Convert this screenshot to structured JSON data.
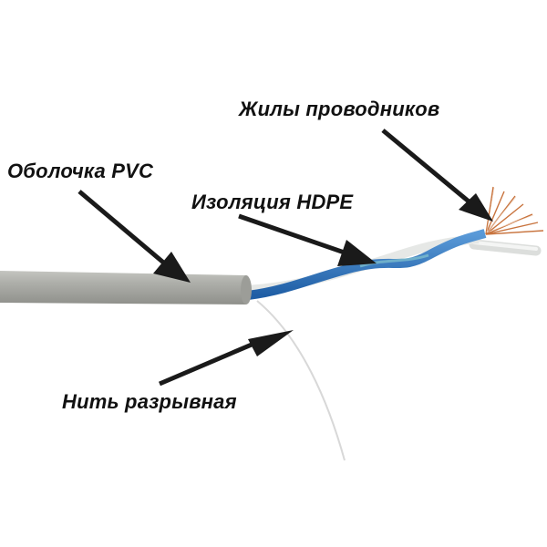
{
  "diagram": {
    "subject": "twisted pair cable cross-section diagram",
    "labels": {
      "conductors": "Жилы проводников",
      "jacket": "Оболочка PVC",
      "insulation": "Изоляция HDPE",
      "ripcord": "Нить разрывная"
    },
    "colors": {
      "jacket": "#a9aaa5",
      "blue_wire": "#2a6fb8",
      "white_wire": "#e6e8e6",
      "copper": "#c8733d",
      "arrow": "#1a1a1a",
      "text": "#111111"
    }
  }
}
